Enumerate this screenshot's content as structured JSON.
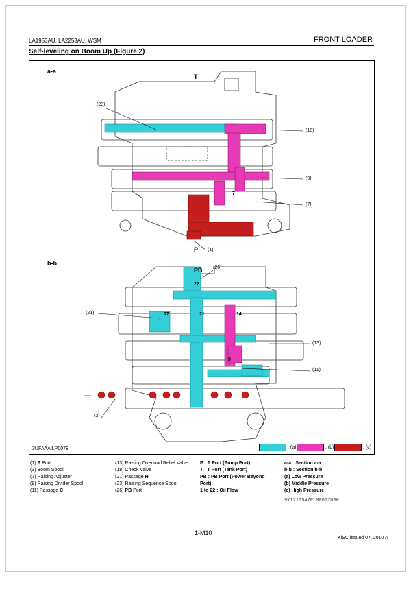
{
  "header": {
    "models": "LA1953AU, LA2253AU, WSM",
    "section": "FRONT LOADER",
    "title": "Self-leveling on Boom Up (Figure 2)"
  },
  "figure": {
    "section_aa": "a-a",
    "section_bb": "b-b",
    "port_t": "T",
    "port_p": "P",
    "port_pb": "PB",
    "code": "3UFAAAILP007B",
    "callouts": {
      "c23": "(23)",
      "c18": "(18)",
      "c9": "(9)",
      "c7": "(7)",
      "c1": "(1)",
      "c26": "(26)",
      "c21": "(21)",
      "c13": "(13)",
      "c11": "(11)",
      "c3": "(3)"
    },
    "flow_numbers": {
      "n7": "7",
      "n22": "22",
      "n17": "17",
      "n21": "21",
      "n14": "14",
      "n9": "9"
    },
    "legend": [
      {
        "label": ": (a)",
        "color": "#34cfd6"
      },
      {
        "label": ": (b)",
        "color": "#e83ab4"
      },
      {
        "label": ": (c)",
        "color": "#c41e1e"
      }
    ]
  },
  "notes": {
    "col1": [
      {
        "num": "(1)",
        "bold": "P",
        "text": " Port"
      },
      {
        "num": "(3)",
        "bold": "",
        "text": "Boom Spool"
      },
      {
        "num": "(7)",
        "bold": "",
        "text": "Raising Adjuster"
      },
      {
        "num": "(9)",
        "bold": "",
        "text": "Raising Divider Spool"
      },
      {
        "num": "(11)",
        "bold": "C",
        "text": "Passage "
      }
    ],
    "col2": [
      {
        "num": "(13)",
        "bold": "",
        "text": "Raising Overload Relief Valve"
      },
      {
        "num": "(18)",
        "bold": "",
        "text": "Check Valve"
      },
      {
        "num": "(21)",
        "bold": "H",
        "text": "Passage "
      },
      {
        "num": "(23)",
        "bold": "",
        "text": "Raising Sequence Spool"
      },
      {
        "num": "(26)",
        "bold": "PB",
        "text": " Port"
      }
    ],
    "col3": [
      "P :   P Port (Pump Port)",
      "T :   T Port (Tank Port)",
      "PB : PB Port (Power Beyond",
      "        Port)",
      "1 to 22 : Oil Flow"
    ],
    "col4": [
      "a-a : Section a-a",
      "b-b : Section b-b",
      "(a)   Low Pressure",
      "(b)   Middle Pressure",
      "(c)   High Pressure"
    ]
  },
  "footer": {
    "ref": "9Y1210547FLM0017US0",
    "page": "1-M10",
    "issued": "KiSC issued 07, 2010 A"
  }
}
